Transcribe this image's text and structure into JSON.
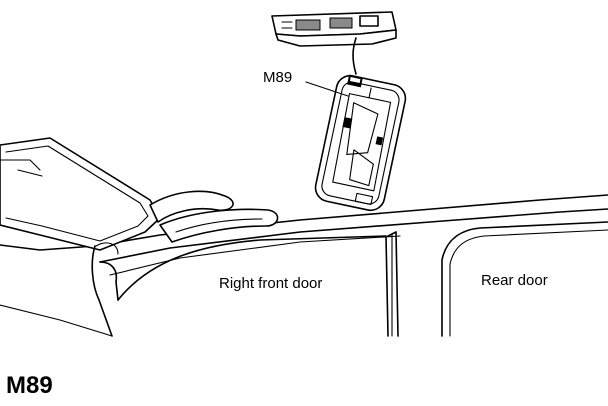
{
  "labels": {
    "connector_callout": "M89",
    "front_door": "Right front door",
    "rear_door": "Rear door"
  },
  "caption": "M89",
  "colors": {
    "ink": "#000000",
    "background": "#ffffff"
  }
}
